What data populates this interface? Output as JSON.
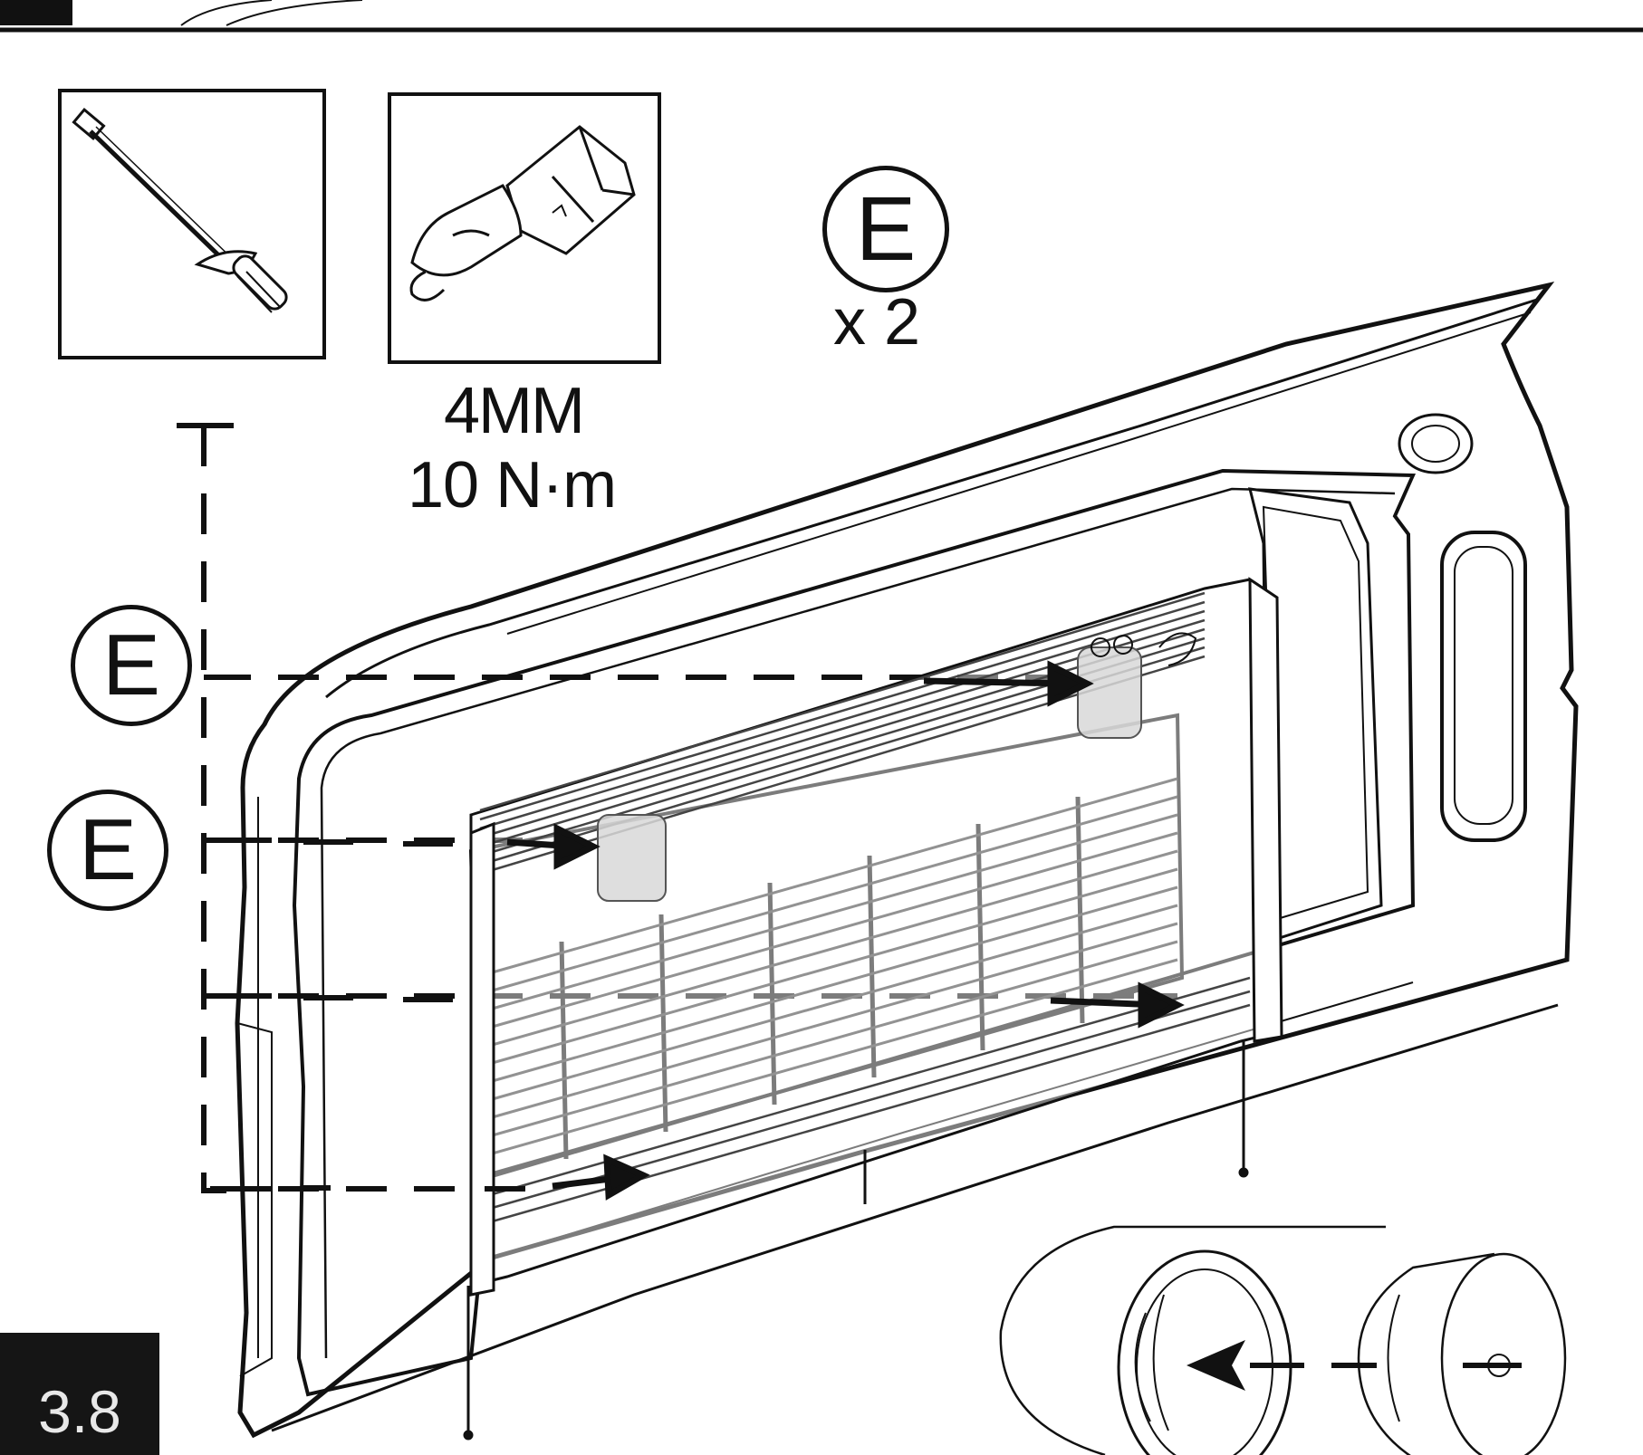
{
  "step_number": "3.8",
  "tools": {
    "bit_size": "4MM",
    "torque": "10 N·m"
  },
  "hardware": {
    "letter": "E",
    "quantity": "x 2"
  },
  "callouts": [
    {
      "letter": "E"
    },
    {
      "letter": "E"
    }
  ],
  "colors": {
    "line": "#111111",
    "badge_bg": "#151515",
    "badge_text": "#e8e8e8",
    "paper": "#ffffff"
  },
  "icons": [
    "torque-wrench-icon",
    "torx-bit-icon",
    "grommet-detail-icon"
  ]
}
